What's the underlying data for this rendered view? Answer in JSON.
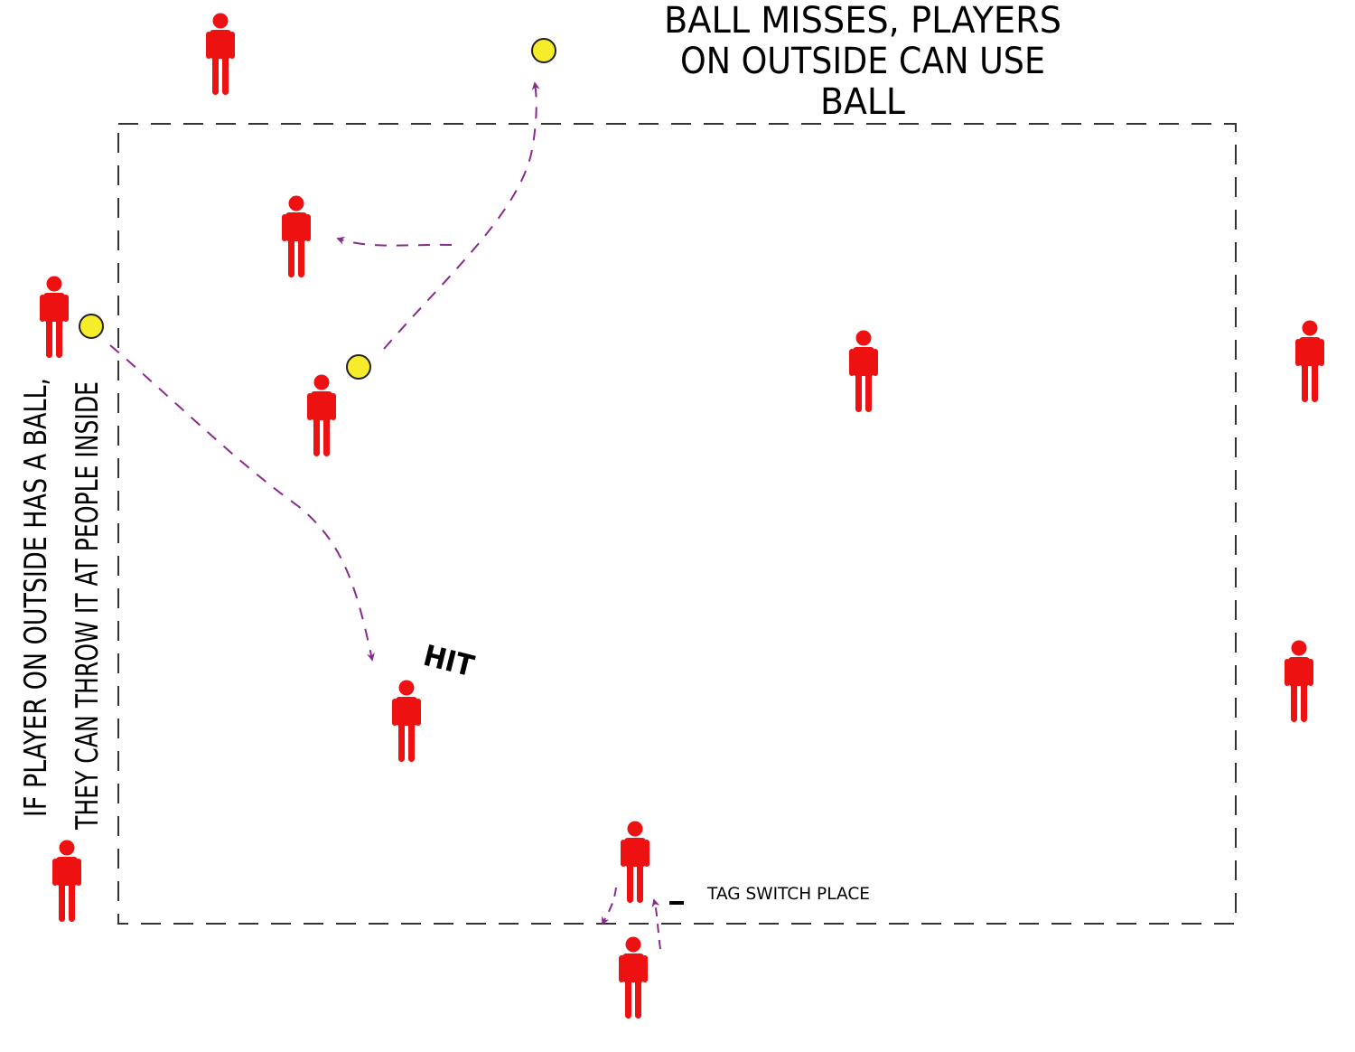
{
  "annotations": {
    "top_line1": "BALL MISSES, PLAYERS",
    "top_line2": "ON OUTSIDE  CAN USE",
    "top_line3": "BALL",
    "side_line1": "IF PLAYER ON OUTSIDE HAS A BALL,",
    "side_line2": "THEY CAN THROW IT AT PEOPLE INSIDE",
    "hit": "HIT",
    "tag": "TAG SWITCH PLACE"
  },
  "colors": {
    "player": "#ee1111",
    "ball_fill": "#f7ec2a",
    "ball_stroke": "#222222",
    "arrow": "#8a2a8e",
    "field_line": "#333333"
  },
  "icons": {
    "player": "person-icon",
    "ball": "ball-icon",
    "arrow": "dashed-arrow"
  }
}
